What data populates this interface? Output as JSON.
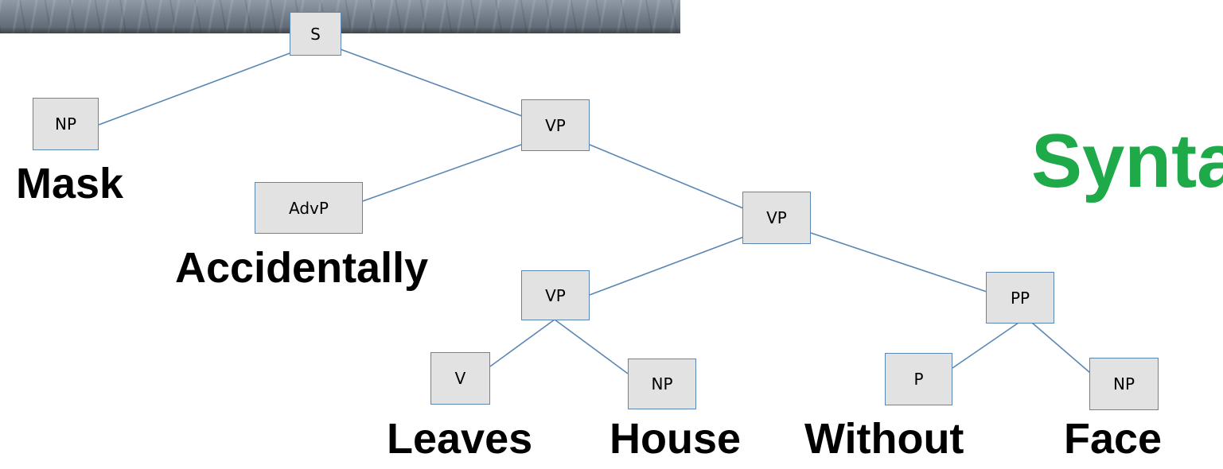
{
  "header_image": {
    "description_icon": "photo-strip"
  },
  "title": "Synta",
  "colors": {
    "title": "#1faa4a",
    "node_fill": "#e2e2e2",
    "node_border": "#5b87b4",
    "edge": "#5b87b4"
  },
  "nodes": {
    "s": "S",
    "np_subject": "NP",
    "vp_top": "VP",
    "advp": "AdvP",
    "vp_mid": "VP",
    "vp_low": "VP",
    "pp": "PP",
    "v": "V",
    "np_object": "NP",
    "p": "P",
    "np_pp": "NP"
  },
  "words": {
    "mask": "Mask",
    "accidentally": "Accidentally",
    "leaves": "Leaves",
    "house": "House",
    "without": "Without",
    "face": "Face"
  }
}
